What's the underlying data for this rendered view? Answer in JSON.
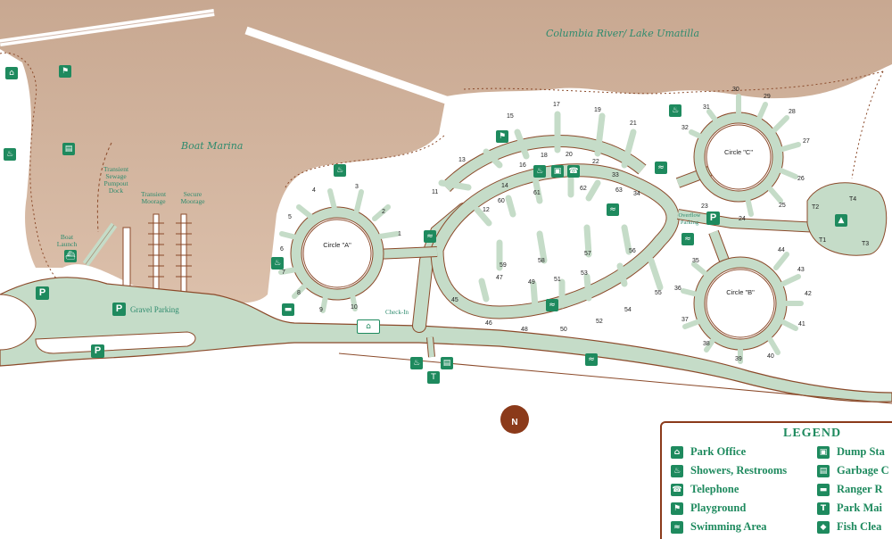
{
  "labels": {
    "river": "Columbia River/ Lake Umatilla",
    "marina": "Boat Marina",
    "transient_sewage": "Transient Sewage Pumpout Dock",
    "transient_moorage": "Transient Moorage",
    "secure_moorage": "Secure Moorage",
    "boat_launch": "Boat Launch",
    "gravel_parking": "Gravel Parking",
    "check_in": "Check-In",
    "overflow_parking": "Overflow Parking",
    "circle_a": "Circle \"A\"",
    "circle_b": "Circle \"B\"",
    "circle_c": "Circle \"C\"",
    "north": "N",
    "parking_letter": "P"
  },
  "site_numbers": {
    "circle_a": [
      "1",
      "2",
      "3",
      "4",
      "5",
      "6",
      "7",
      "8",
      "9",
      "10"
    ],
    "loop": [
      "11",
      "12",
      "13",
      "14",
      "15",
      "16",
      "17",
      "18",
      "19",
      "20",
      "21",
      "22",
      "33",
      "34",
      "45",
      "46",
      "47",
      "48",
      "49",
      "50",
      "51",
      "52",
      "53",
      "54",
      "55",
      "56",
      "57",
      "58",
      "59",
      "60",
      "61",
      "62",
      "63"
    ],
    "circle_c": [
      "23",
      "24",
      "25",
      "26",
      "27",
      "28",
      "29",
      "30",
      "31",
      "32"
    ],
    "circle_b": [
      "35",
      "36",
      "37",
      "38",
      "39",
      "40",
      "41",
      "42",
      "43",
      "44"
    ],
    "tents": [
      "T1",
      "T2",
      "T3",
      "T4"
    ]
  },
  "legend": {
    "title": "LEGEND",
    "left": [
      {
        "label": "Park Office",
        "icon": "park-office-icon"
      },
      {
        "label": "Showers, Restrooms",
        "icon": "showers-icon"
      },
      {
        "label": "Telephone",
        "icon": "telephone-icon"
      },
      {
        "label": "Playground",
        "icon": "playground-icon"
      },
      {
        "label": "Swimming Area",
        "icon": "swimming-icon"
      }
    ],
    "right": [
      {
        "label": "Dump Sta",
        "icon": "dump-station-icon"
      },
      {
        "label": "Garbage C",
        "icon": "garbage-icon"
      },
      {
        "label": "Ranger R",
        "icon": "ranger-icon"
      },
      {
        "label": "Park Mai",
        "icon": "park-maintenance-icon"
      },
      {
        "label": "Fish Clea",
        "icon": "fish-cleaning-icon"
      }
    ]
  },
  "colors": {
    "water": "#d6b9a3",
    "road": "#c5dcc8",
    "road_edge": "#8b4a2a",
    "icon": "#1e8a5e",
    "label": "#2e8b6e",
    "north": "#8b3a1a"
  }
}
